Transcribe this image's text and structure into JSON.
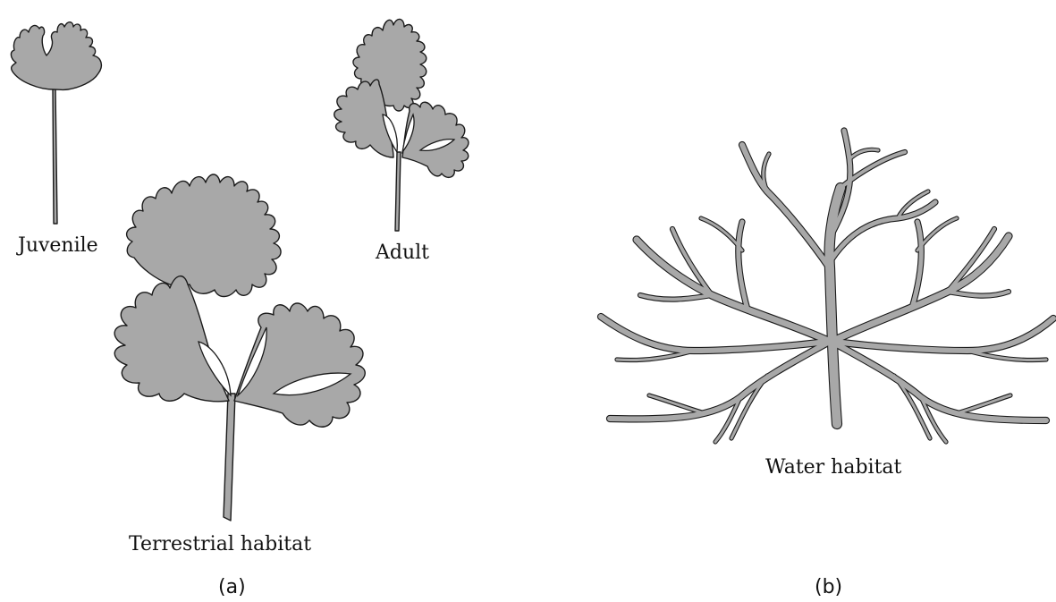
{
  "labels": {
    "juvenile": "Juvenile",
    "adult": "Adult",
    "terrestrial": "Terrestrial habitat",
    "water": "Water habitat",
    "panel_a": "(a)",
    "panel_b": "(b)"
  },
  "colors": {
    "leaf_fill": "#a8a8a8",
    "outline": "#1a1a1a",
    "background": "#ffffff"
  }
}
